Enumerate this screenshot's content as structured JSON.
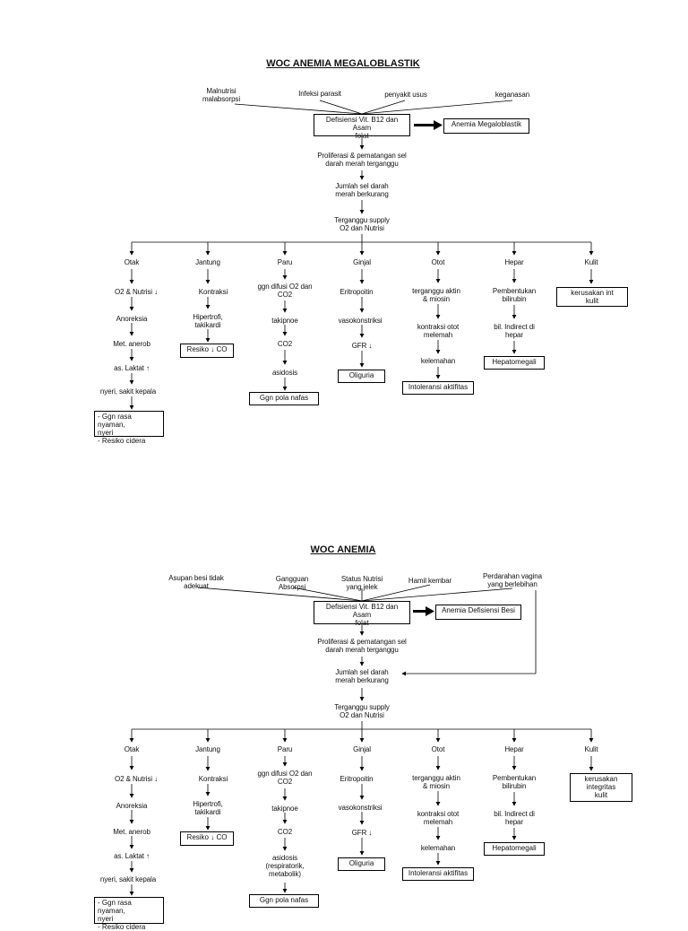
{
  "woc1": {
    "title": "WOC ANEMIA MEGALOBLASTIK",
    "causes": [
      "Malnutrisi\nmalabsorpsi",
      "Infeksi parasit",
      "penyakit usus",
      "keganasan"
    ],
    "core_box": "Defisiensi Vit. B12 dan Asam\nfolat",
    "result_box": "Anemia Megaloblastik",
    "steps": [
      "Proliferasi & pematangan sel\ndarah merah terganggu",
      "Jumlah sel darah\nmerah berkurang",
      "Terganggu supply\nO2 dan Nutrisi"
    ],
    "columns": {
      "otak": [
        "Otak",
        "O2 & Nutrisi ↓",
        "Anoreksia",
        "Met. anerob",
        "as. Laktat ↑",
        "nyeri, sakit kepala"
      ],
      "otak_box": "- Ggn rasa nyaman,\n  nyeri\n- Resiko cidera",
      "jantung": [
        "Jantung",
        "Kontraksi",
        "Hipertrofi,\ntakikardi"
      ],
      "jantung_box": "Resiko ↓ CO",
      "paru": [
        "Paru",
        "ggn difusi O2 dan\nCO2",
        "takipnoe",
        "CO2",
        "asidosis"
      ],
      "paru_box": "Ggn pola nafas",
      "ginjal": [
        "Ginjal",
        "Eritropoitin",
        "vasokonstriksi",
        "GFR ↓"
      ],
      "ginjal_box": "Oliguria",
      "otot": [
        "Otot",
        "terganggu aktin\n& miosin",
        "kontraksi otot\nmelemah",
        "kelemahan"
      ],
      "otot_box": "Intoleransi aktifitas",
      "hepar": [
        "Hepar",
        "Pembentukan\nbilirubin",
        "bil. Indirect di\nhepar"
      ],
      "hepar_box": "Hepatomegali",
      "kulit": [
        "Kulit"
      ],
      "kulit_box": "kerusakan int\nkulit"
    }
  },
  "woc2": {
    "title": "WOC ANEMIA",
    "causes": [
      "Asupan besi tidak\nadekuat",
      "Gangguan\nAbsorpsi",
      "Status Nutrisi\nyang jelek",
      "Hamil kembar",
      "Perdarahan vagina\nyang berlebihan"
    ],
    "core_box": "Defisiensi Vit. B12 dan Asam\nfolat",
    "result_box": "Anemia Defisiensi Besi",
    "steps": [
      "Proliferasi & pematangan sel\ndarah merah terganggu",
      "Jumlah sel darah\nmerah berkurang",
      "Terganggu supply\nO2 dan Nutrisi"
    ],
    "columns": {
      "otak": [
        "Otak",
        "O2 & Nutrisi ↓",
        "Anoreksia",
        "Met. anerob",
        "as. Laktat ↑",
        "nyeri, sakit kepala"
      ],
      "otak_box": "- Ggn rasa nyaman,\n  nyeri\n- Resiko cidera",
      "jantung": [
        "Jantung",
        "Kontraksi",
        "Hipertrofi,\ntakikardi"
      ],
      "jantung_box": "Resiko ↓ CO",
      "paru": [
        "Paru",
        "ggn difusi O2 dan\nCO2",
        "takipnoe",
        "CO2",
        "asidosis\n(respiratorik,\nmetabolik)"
      ],
      "paru_box": "Ggn pola nafas",
      "ginjal": [
        "Ginjal",
        "Eritropoitin",
        "vasokonstriksi",
        "GFR ↓"
      ],
      "ginjal_box": "Oliguria",
      "otot": [
        "Otot",
        "terganggu aktin\n& miosin",
        "kontraksi otot\nmelemah",
        "kelemahan"
      ],
      "otot_box": "Intoleransi aktifitas",
      "hepar": [
        "Hepar",
        "Pembentukan\nbilirubin",
        "bil. Indirect di\nhepar"
      ],
      "hepar_box": "Hepatomegali",
      "kulit": [
        "Kulit"
      ],
      "kulit_box": "kerusakan\nintegritas\nkulit"
    }
  }
}
